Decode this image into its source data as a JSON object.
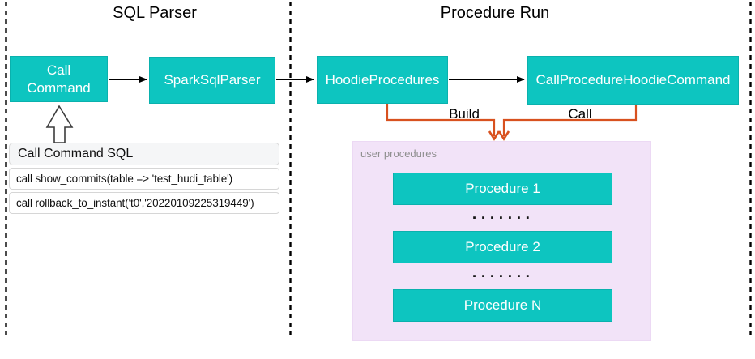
{
  "panels": {
    "sql_parser": {
      "title": "SQL Parser"
    },
    "procedure_run": {
      "title": "Procedure Run"
    }
  },
  "nodes": {
    "call_command": "Call Command",
    "spark_sql_parser": "SparkSqlParser",
    "hoodie_procedures": "HoodieProcedures",
    "call_procedure_hoodie_command": "CallProcedureHoodieCommand"
  },
  "edges": {
    "build_label": "Build",
    "call_label": "Call"
  },
  "sql_box": {
    "title": "Call Command SQL",
    "statements": [
      "call show_commits(table => 'test_hudi_table')",
      "call rollback_to_instant('t0','20220109225319449')"
    ]
  },
  "user_procedures": {
    "label": "user procedures",
    "items": [
      "Procedure 1",
      "Procedure 2",
      "Procedure N"
    ],
    "ellipsis": "▪ ▪ ▪ ▪ ▪ ▪ ▪"
  },
  "colors": {
    "node_teal": "#0dc5c0",
    "connector_orange": "#d8511f",
    "procedures_panel_pink": "#f2e3f8",
    "sql_header_gray": "#f5f6f7"
  }
}
